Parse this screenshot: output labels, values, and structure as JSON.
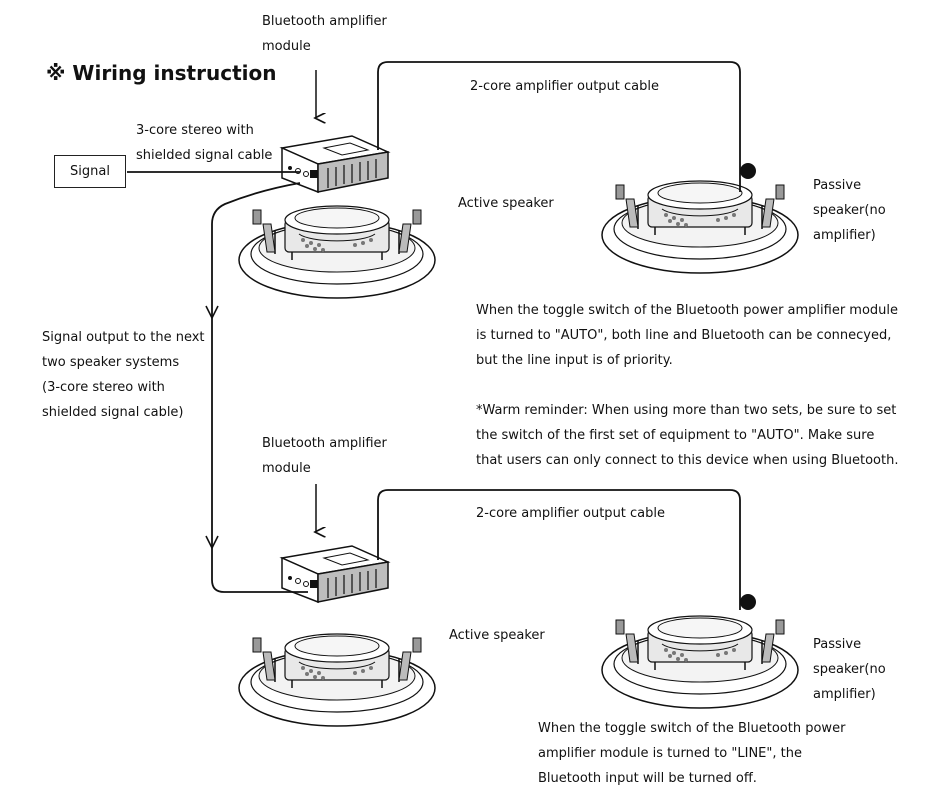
{
  "title": "※ Wiring instruction",
  "signal_box": "Signal",
  "top": {
    "module_label": [
      "Bluetooth amplifier",
      "module"
    ],
    "input_cable_label": [
      "3-core stereo with",
      "shielded signal cable"
    ],
    "output_cable_label": "2-core amplifier output cable",
    "active_label": "Active speaker",
    "passive_label": [
      "Passive",
      "speaker(no",
      "amplifier)"
    ],
    "note": [
      "When the toggle switch of the Bluetooth power amplifier module",
      "is turned to \"AUTO\", both line and Bluetooth can be connecyed,",
      "but the line input is of priority."
    ],
    "reminder": [
      "*Warm reminder: When using more than two sets, be sure to set",
      "the switch of the first set of equipment to \"AUTO\". Make sure",
      "that users can only connect to this device when using Bluetooth."
    ]
  },
  "link_label": [
    "Signal output to the next",
    "two speaker systems",
    "(3-core stereo with",
    "shielded signal cable)"
  ],
  "bottom": {
    "module_label": [
      "Bluetooth amplifier",
      "module"
    ],
    "output_cable_label": "2-core amplifier output cable",
    "active_label": "Active speaker",
    "passive_label": [
      "Passive",
      "speaker(no",
      "amplifier)"
    ],
    "note": [
      "When the toggle switch of the Bluetooth power",
      "amplifier module is turned to \"LINE\", the",
      "Bluetooth input will be turned off."
    ]
  }
}
